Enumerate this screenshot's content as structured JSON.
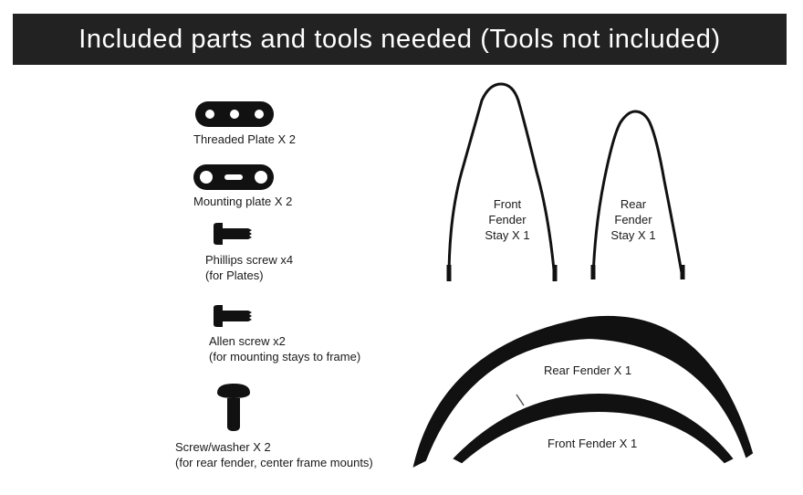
{
  "header": {
    "title": "Included parts and tools needed (Tools not included)"
  },
  "parts": {
    "threaded_plate": {
      "label": "Threaded Plate X 2",
      "icon": "threaded-plate-icon"
    },
    "mounting_plate": {
      "label": "Mounting plate X 2",
      "icon": "mounting-plate-icon"
    },
    "phillips_screw": {
      "label": "Phillips screw x4",
      "note": "(for Plates)",
      "icon": "phillips-screw-icon"
    },
    "allen_screw": {
      "label": "Allen screw x2",
      "note": "(for mounting stays to frame)",
      "icon": "allen-screw-icon"
    },
    "screw_washer": {
      "label": "Screw/washer X 2",
      "note": "(for rear fender, center frame mounts)",
      "icon": "screw-washer-icon"
    },
    "front_stay": {
      "line1": "Front",
      "line2": "Fender",
      "line3": "Stay X 1",
      "icon": "front-fender-stay-icon"
    },
    "rear_stay": {
      "line1": "Rear",
      "line2": "Fender",
      "line3": "Stay X 1",
      "icon": "rear-fender-stay-icon"
    },
    "rear_fender": {
      "label": "Rear Fender X 1",
      "icon": "rear-fender-icon"
    },
    "front_fender": {
      "label": "Front Fender X 1",
      "icon": "front-fender-icon"
    }
  },
  "colors": {
    "banner_bg": "#222222",
    "banner_text": "#ffffff",
    "part_fill": "#111111"
  }
}
